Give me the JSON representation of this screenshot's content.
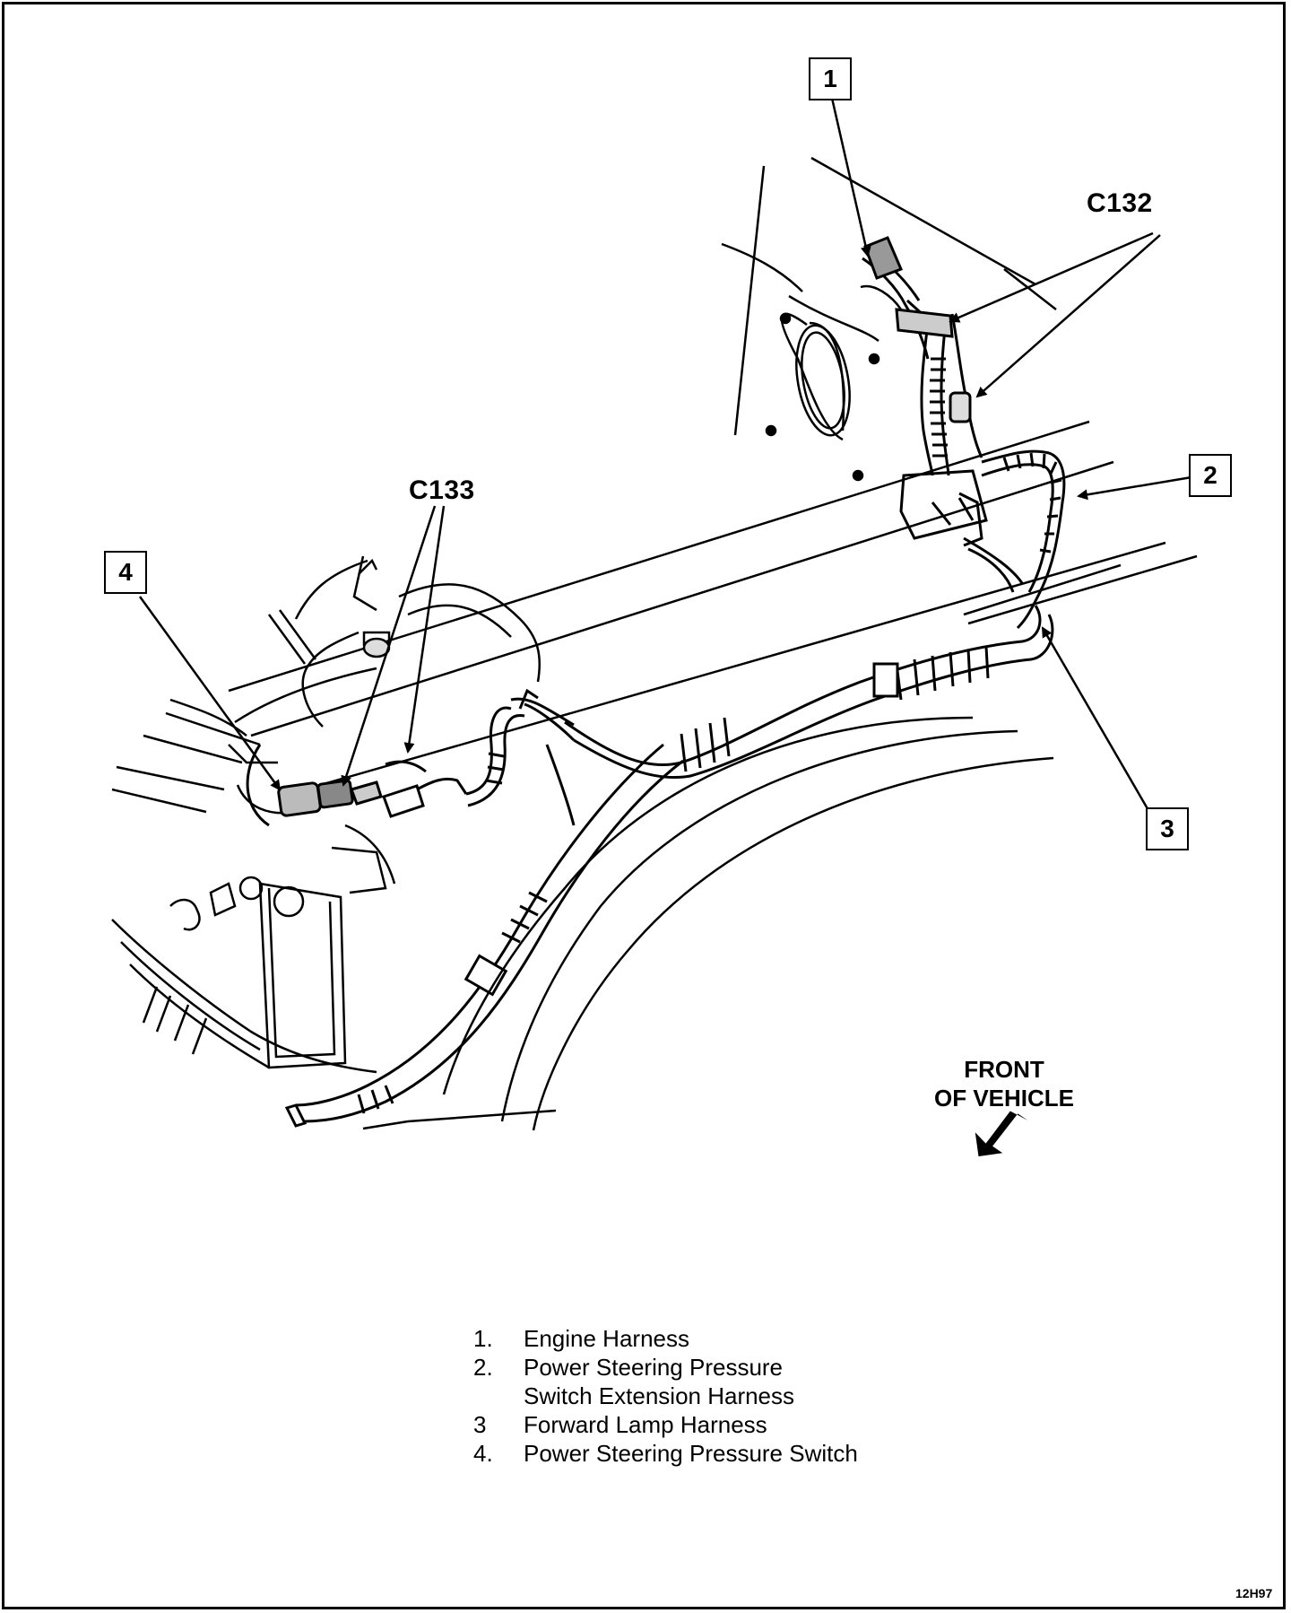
{
  "callouts": [
    {
      "number": "1"
    },
    {
      "number": "2"
    },
    {
      "number": "3"
    },
    {
      "number": "4"
    }
  ],
  "connector_labels": {
    "c132": "C132",
    "c133": "C133"
  },
  "direction_indicator": {
    "line1": "FRONT",
    "line2": "OF VEHICLE",
    "icon": "arrow-icon"
  },
  "legend": [
    {
      "number": "1.",
      "text": "Engine Harness",
      "continuation": ""
    },
    {
      "number": "2.",
      "text": "Power Steering Pressure",
      "continuation": "Switch Extension Harness"
    },
    {
      "number": "3",
      "text": "Forward Lamp Harness",
      "continuation": ""
    },
    {
      "number": "4.",
      "text": "Power Steerіng Pressure Switch",
      "continuation": ""
    }
  ],
  "figure_id": "12H97"
}
